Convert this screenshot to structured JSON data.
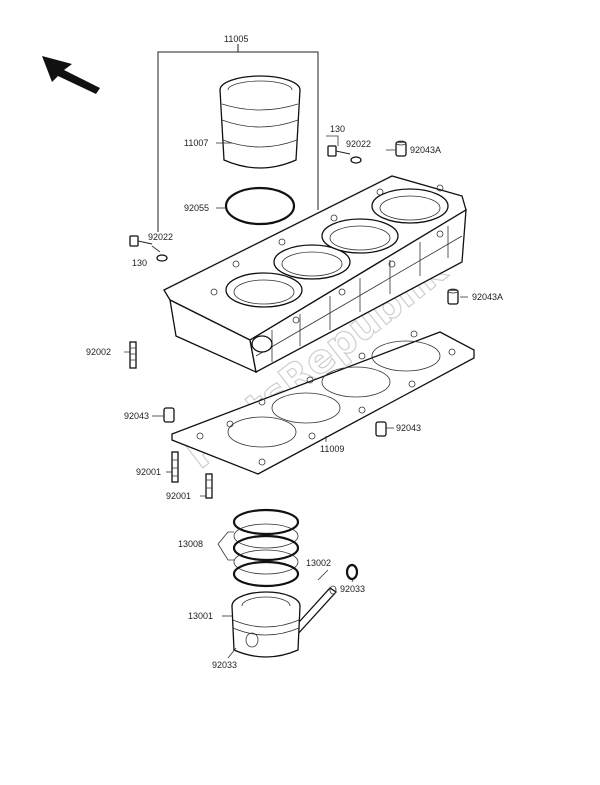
{
  "diagram": {
    "labels": {
      "p11005": "11005",
      "p11007": "11007",
      "p92055": "92055",
      "p130_top": "130",
      "p92022_top": "92022",
      "p92043A_top": "92043A",
      "p92022_left": "92022",
      "p130_left": "130",
      "p92043A_right": "92043A",
      "p92002": "92002",
      "p92043_left": "92043",
      "p92043_right": "92043",
      "p11009": "11009",
      "p92001_a": "92001",
      "p92001_b": "92001",
      "p13008": "13008",
      "p13002": "13002",
      "p92033_right": "92033",
      "p13001": "13001",
      "p92033_bottom": "92033"
    },
    "watermark": "PartsRepublik"
  }
}
